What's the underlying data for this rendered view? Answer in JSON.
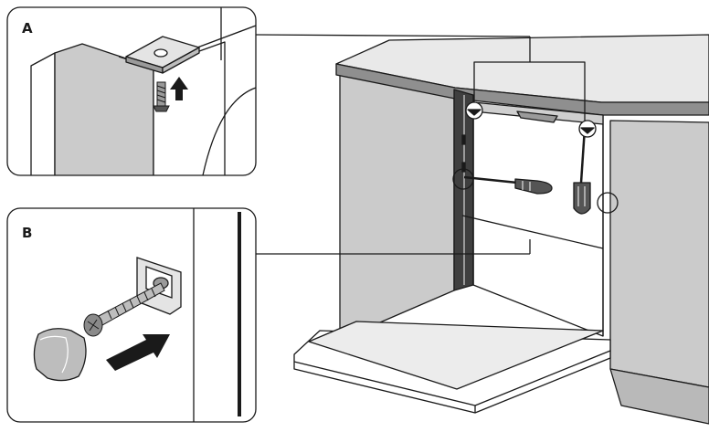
{
  "panels": [
    {
      "id": "A",
      "label": "A"
    },
    {
      "id": "B",
      "label": "B"
    }
  ],
  "colors": {
    "panel_gray": "#cbcbcb",
    "countertop_gray": "#a9a9a9",
    "dark_gray": "#555555",
    "line": "#1a1a1a",
    "light_gray": "#e4e4e4",
    "plinth_gray": "#b9b9b9"
  },
  "icons": [
    "screw-icon",
    "screwdriver-icon",
    "arrow-up-icon",
    "arrow-right-icon",
    "cover-cap-icon",
    "highlight-circle-icon"
  ]
}
